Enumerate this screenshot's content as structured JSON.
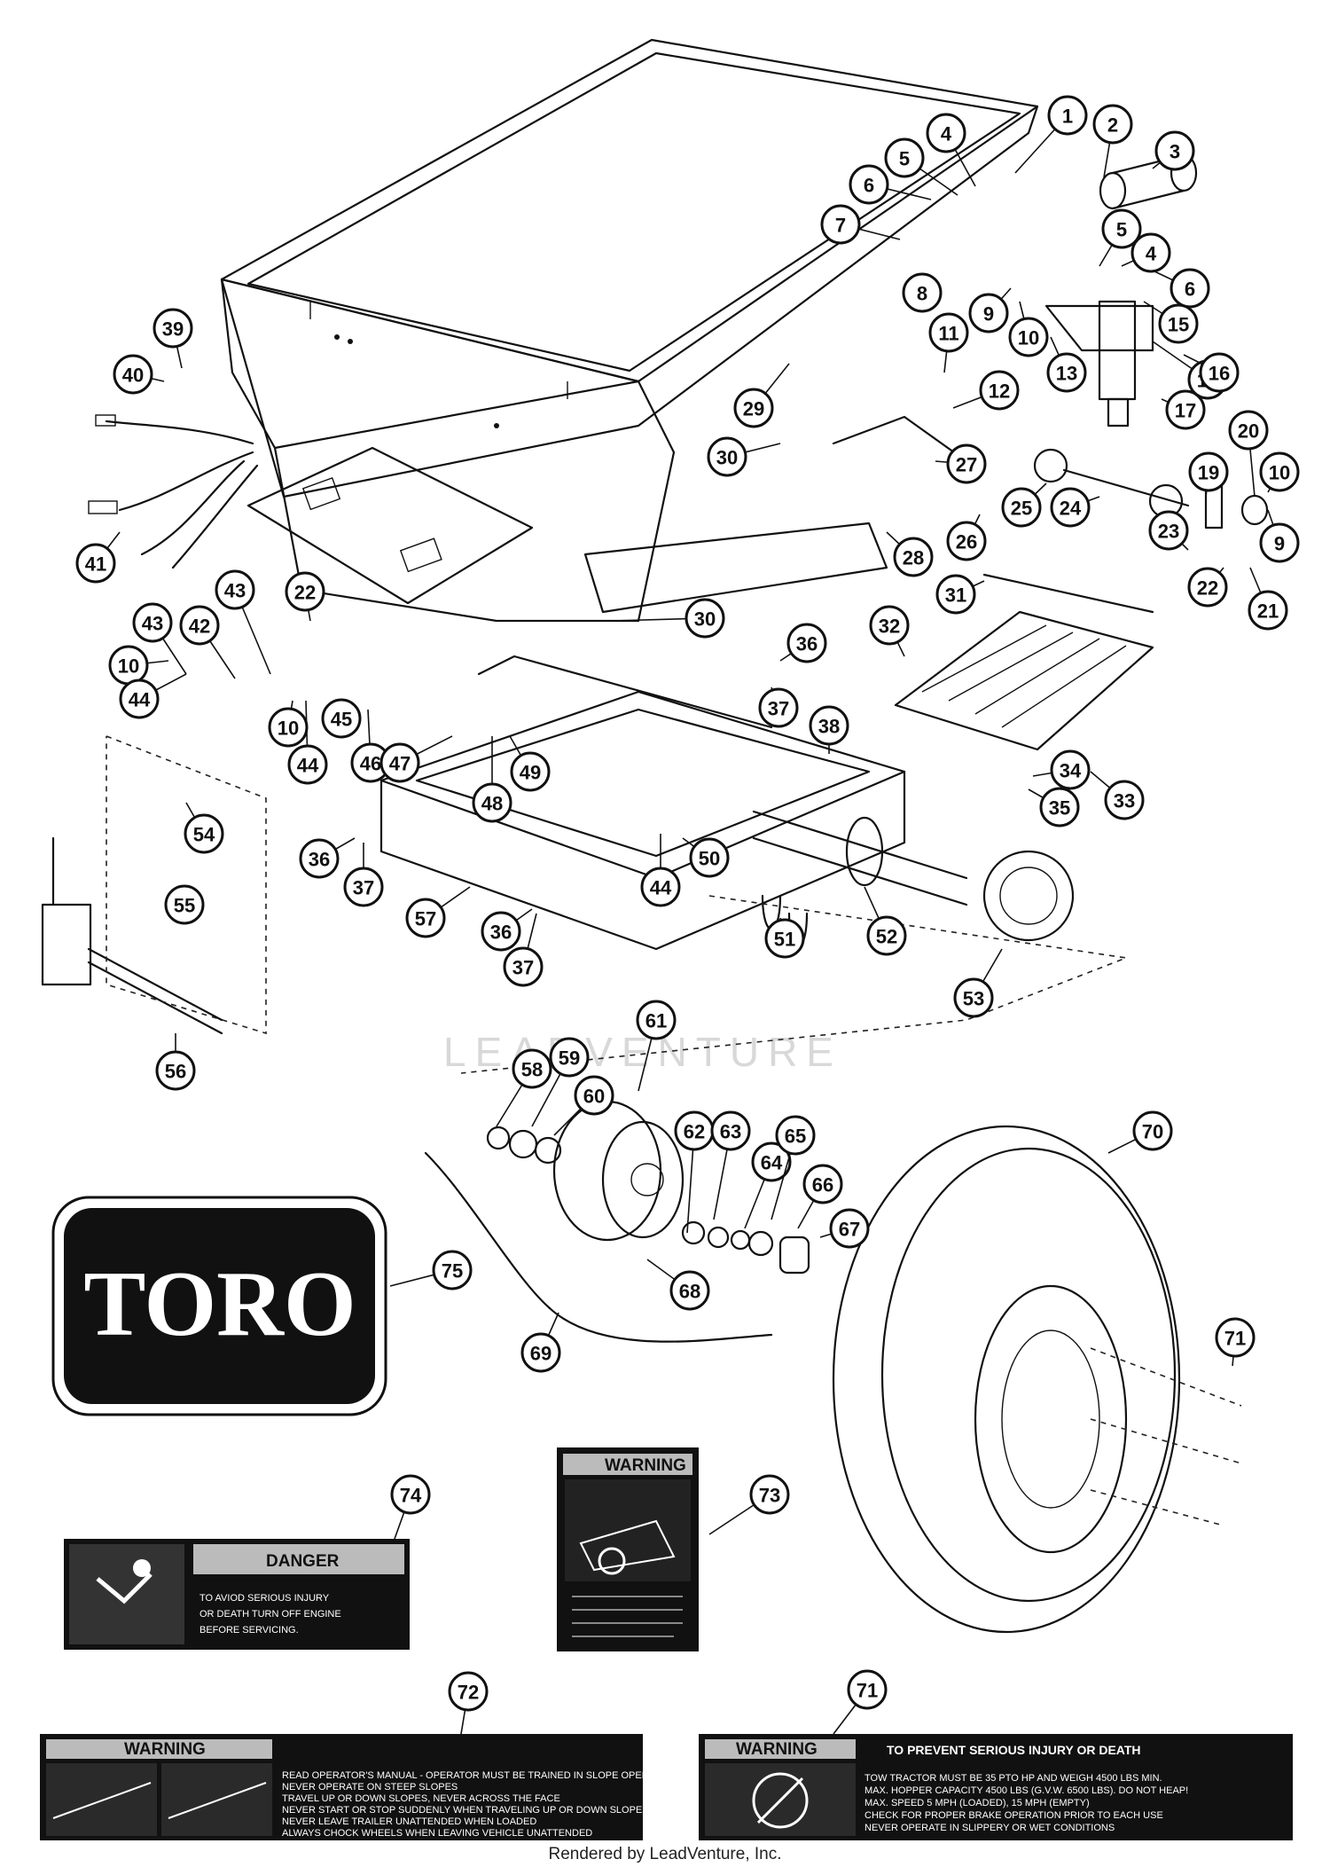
{
  "brand_logo": {
    "text": "TORO"
  },
  "watermark": {
    "text": "LEADVENTURE"
  },
  "footer": {
    "text": "Rendered by LeadVenture, Inc."
  },
  "decals": {
    "danger": {
      "header": "DANGER",
      "lines": [
        "TO AVIOD SERIOUS INJURY",
        "OR DEATH TURN OFF ENGINE",
        "BEFORE SERVICING."
      ]
    },
    "warning_small": {
      "header": "WARNING"
    },
    "warning_slope": {
      "header": "WARNING",
      "lines": [
        "READ OPERATOR'S MANUAL - OPERATOR MUST BE TRAINED IN SLOPE OPERATION",
        "NEVER OPERATE ON STEEP SLOPES",
        "TRAVEL UP OR DOWN SLOPES, NEVER ACROSS THE FACE",
        "NEVER START OR STOP SUDDENLY WHEN TRAVELING UP OR DOWN SLOPES",
        "NEVER LEAVE TRAILER UNATTENDED WHEN LOADED",
        "ALWAYS CHOCK WHEELS WHEN LEAVING VEHICLE UNATTENDED"
      ]
    },
    "warning_tow": {
      "header": "WARNING",
      "subheader": "TO PREVENT SERIOUS INJURY OR DEATH",
      "lines": [
        "TOW TRACTOR MUST BE 35 PTO HP AND WEIGH 4500 LBS MIN.",
        "MAX. HOPPER CAPACITY 4500 LBS (G.V.W. 6500 LBS). DO NOT HEAP!",
        "MAX. SPEED 5 MPH (LOADED), 15 MPH (EMPTY)",
        "CHECK FOR PROPER BRAKE OPERATION PRIOR TO EACH USE",
        "NEVER OPERATE IN SLIPPERY OR WET CONDITIONS"
      ]
    }
  },
  "callouts": [
    {
      "n": "1"
    },
    {
      "n": "2"
    },
    {
      "n": "3"
    },
    {
      "n": "4"
    },
    {
      "n": "4"
    },
    {
      "n": "5"
    },
    {
      "n": "5"
    },
    {
      "n": "6"
    },
    {
      "n": "6"
    },
    {
      "n": "7"
    },
    {
      "n": "8"
    },
    {
      "n": "9"
    },
    {
      "n": "9"
    },
    {
      "n": "10"
    },
    {
      "n": "10"
    },
    {
      "n": "10"
    },
    {
      "n": "10"
    },
    {
      "n": "11"
    },
    {
      "n": "12"
    },
    {
      "n": "13"
    },
    {
      "n": "14"
    },
    {
      "n": "15"
    },
    {
      "n": "16"
    },
    {
      "n": "17"
    },
    {
      "n": "19"
    },
    {
      "n": "20"
    },
    {
      "n": "21"
    },
    {
      "n": "22"
    },
    {
      "n": "22"
    },
    {
      "n": "23"
    },
    {
      "n": "24"
    },
    {
      "n": "25"
    },
    {
      "n": "26"
    },
    {
      "n": "27"
    },
    {
      "n": "28"
    },
    {
      "n": "29"
    },
    {
      "n": "30"
    },
    {
      "n": "30"
    },
    {
      "n": "31"
    },
    {
      "n": "32"
    },
    {
      "n": "33"
    },
    {
      "n": "34"
    },
    {
      "n": "35"
    },
    {
      "n": "36"
    },
    {
      "n": "36"
    },
    {
      "n": "36"
    },
    {
      "n": "37"
    },
    {
      "n": "37"
    },
    {
      "n": "37"
    },
    {
      "n": "38"
    },
    {
      "n": "39"
    },
    {
      "n": "40"
    },
    {
      "n": "41"
    },
    {
      "n": "42"
    },
    {
      "n": "43"
    },
    {
      "n": "43"
    },
    {
      "n": "44"
    },
    {
      "n": "44"
    },
    {
      "n": "44"
    },
    {
      "n": "45"
    },
    {
      "n": "46"
    },
    {
      "n": "47"
    },
    {
      "n": "48"
    },
    {
      "n": "49"
    },
    {
      "n": "50"
    },
    {
      "n": "51"
    },
    {
      "n": "52"
    },
    {
      "n": "53"
    },
    {
      "n": "54"
    },
    {
      "n": "55"
    },
    {
      "n": "56"
    },
    {
      "n": "57"
    },
    {
      "n": "58"
    },
    {
      "n": "59"
    },
    {
      "n": "60"
    },
    {
      "n": "61"
    },
    {
      "n": "62"
    },
    {
      "n": "63"
    },
    {
      "n": "64"
    },
    {
      "n": "65"
    },
    {
      "n": "66"
    },
    {
      "n": "67"
    },
    {
      "n": "68"
    },
    {
      "n": "69"
    },
    {
      "n": "70"
    },
    {
      "n": "71"
    },
    {
      "n": "71"
    },
    {
      "n": "72"
    },
    {
      "n": "73"
    },
    {
      "n": "74"
    },
    {
      "n": "75"
    }
  ]
}
